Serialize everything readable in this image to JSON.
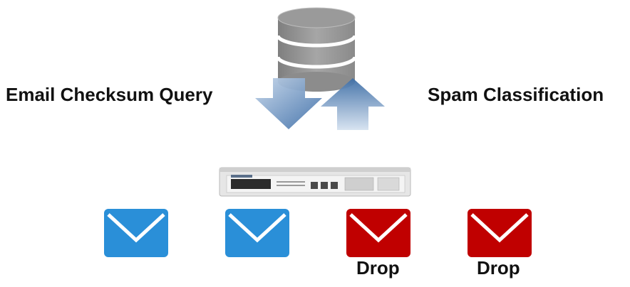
{
  "labels": {
    "left": "Email Checksum Query",
    "right": "Spam Classification"
  },
  "emails": [
    {
      "status": "legit",
      "color": "#2a8fd8",
      "caption": ""
    },
    {
      "status": "legit",
      "color": "#2a8fd8",
      "caption": ""
    },
    {
      "status": "spam",
      "color": "#c00000",
      "caption": "Drop"
    },
    {
      "status": "spam",
      "color": "#c00000",
      "caption": "Drop"
    }
  ],
  "icons": {
    "database": "database-icon",
    "down_arrow": "arrow-down-icon",
    "up_arrow": "arrow-up-icon",
    "appliance": "appliance-icon",
    "envelope": "envelope-icon"
  }
}
